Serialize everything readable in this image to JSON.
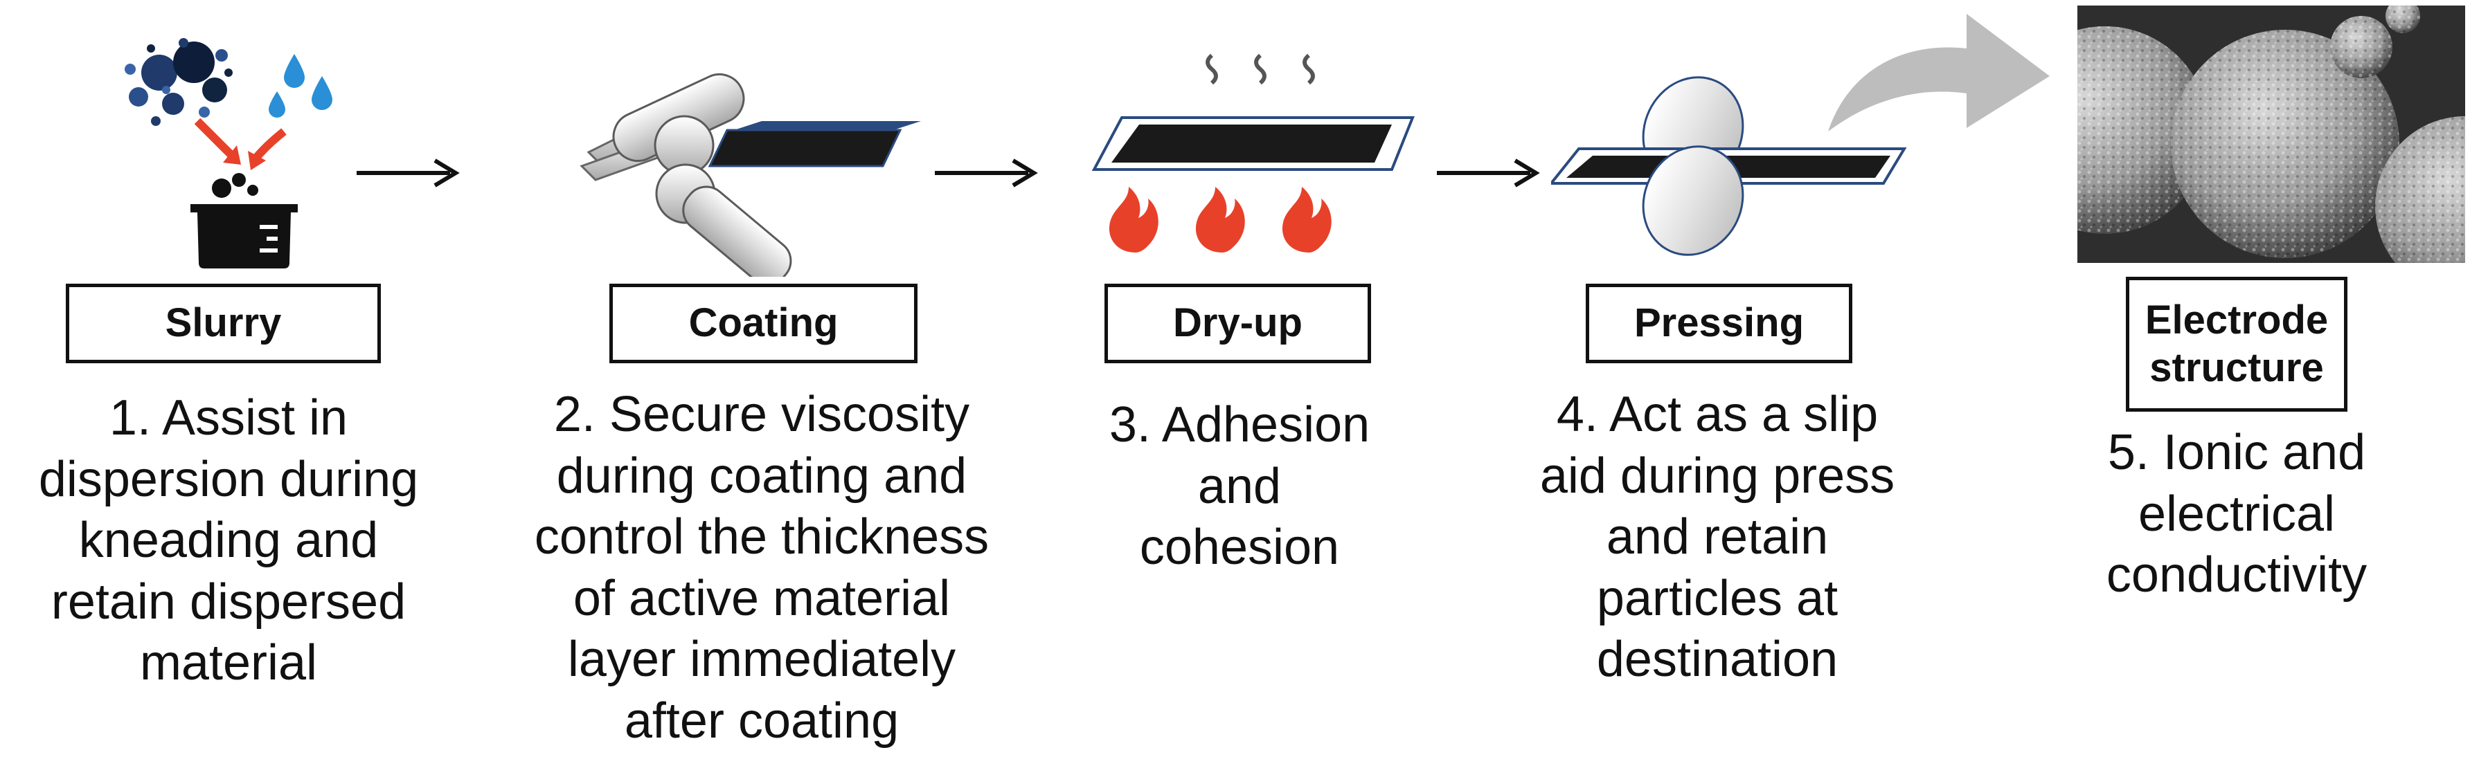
{
  "steps": [
    {
      "id": "slurry",
      "label": "Slurry",
      "description": "1. Assist in dispersion during kneading and retain dispersed material"
    },
    {
      "id": "coating",
      "label": "Coating",
      "description": "2. Secure viscosity during coating and control the thickness of active material layer immediately after coating"
    },
    {
      "id": "dryup",
      "label": "Dry-up",
      "description": "3. Adhesion and cohesion"
    },
    {
      "id": "pressing",
      "label": "Pressing",
      "description": "4. Act as a slip aid during press and retain particles at destination"
    },
    {
      "id": "electrode",
      "label": "Electrode structure",
      "description": "5. Ionic and electrical conductivity"
    }
  ],
  "colors": {
    "flame": "#e8412a",
    "water": "#2a8fd6",
    "particles": "#1f3a6b",
    "drop_arrow": "#e8412a",
    "big_arrow": "#bdbdbd",
    "electrode_strip": "#1a1a1a",
    "roller": "#e6e6e6"
  },
  "icons": [
    "beaker-icon",
    "particles-icon",
    "water-drops-icon",
    "coater-icon",
    "electrode-sheet-icon",
    "heat-waves-icon",
    "flame-icon",
    "roll-press-icon",
    "sem-image-icon"
  ]
}
